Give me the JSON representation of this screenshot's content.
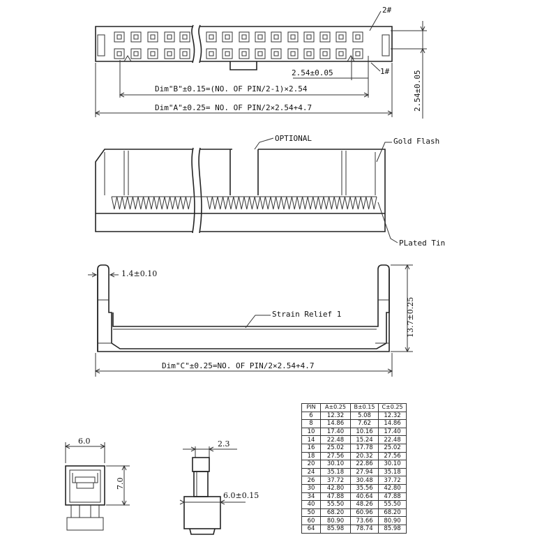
{
  "labels": {
    "pin2": "2#",
    "pin1": "1#",
    "pitch_h": "2.54±0.05",
    "pitch_v": "2.54±0.05",
    "dim_b": "Dim\"B\"±0.15=(NO. OF PIN/2-1)×2.54",
    "dim_a": "Dim\"A\"±0.25= NO. OF PIN/2×2.54+4.7",
    "optional": "OPTIONAL",
    "gold_flash": "Gold Flash",
    "plated_tin": "PLated Tin",
    "width_1_4": "1.4±0.10",
    "strain_relief": "Strain Relief 1",
    "height_13_7": "13.7±0.25",
    "dim_c": "Dim\"C\"±0.25=NO. OF PIN/2×2.54+4.7",
    "side_6_0": "6.0",
    "side_7_0": "7.0",
    "pin_2_3": "2.3",
    "pin_6_0": "6.0±0.15"
  },
  "table": {
    "headers": [
      "PIN",
      "A±0.25",
      "B±0.15",
      "C±0.25"
    ],
    "rows": [
      [
        "6",
        "12.32",
        "5.08",
        "12.32"
      ],
      [
        "8",
        "14.86",
        "7.62",
        "14.86"
      ],
      [
        "10",
        "17.40",
        "10.16",
        "17.40"
      ],
      [
        "14",
        "22.48",
        "15.24",
        "22.48"
      ],
      [
        "16",
        "25.02",
        "17.78",
        "25.02"
      ],
      [
        "18",
        "27.56",
        "20.32",
        "27.56"
      ],
      [
        "20",
        "30.10",
        "22.86",
        "30.10"
      ],
      [
        "24",
        "35.18",
        "27.94",
        "35.18"
      ],
      [
        "26",
        "37.72",
        "30.48",
        "37.72"
      ],
      [
        "30",
        "42.80",
        "35.56",
        "42.80"
      ],
      [
        "34",
        "47.88",
        "40.64",
        "47.88"
      ],
      [
        "40",
        "55.50",
        "48.26",
        "55.50"
      ],
      [
        "50",
        "68.20",
        "60.96",
        "68.20"
      ],
      [
        "60",
        "80.90",
        "73.66",
        "80.90"
      ],
      [
        "64",
        "85.98",
        "78.74",
        "85.98"
      ]
    ]
  }
}
